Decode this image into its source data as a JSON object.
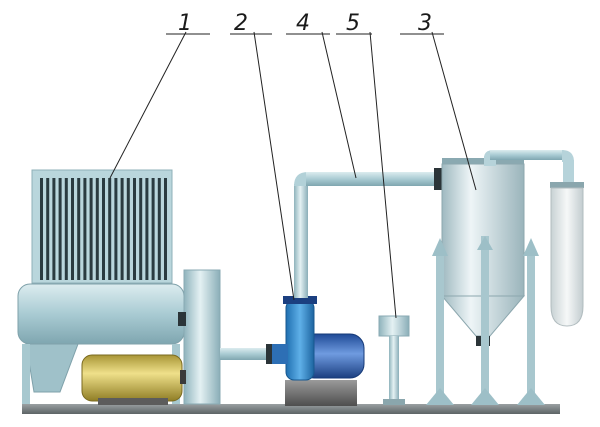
{
  "callouts": [
    {
      "id": "1",
      "label": "1"
    },
    {
      "id": "2",
      "label": "2"
    },
    {
      "id": "4",
      "label": "4"
    },
    {
      "id": "5",
      "label": "5"
    },
    {
      "id": "3",
      "label": "3"
    }
  ],
  "colors": {
    "steel_light": "#c9e0e6",
    "steel_mid": "#9fc3cc",
    "steel_dark": "#6f98a3",
    "motor_blue": "#2d5fb8",
    "pump_blue": "#2f86c9",
    "motor_yellow": "#c9b54a",
    "base_gray": "#6b6b6b",
    "grille_dark": "#2a3b40"
  }
}
